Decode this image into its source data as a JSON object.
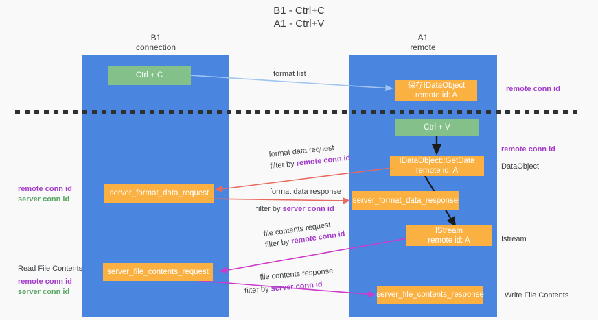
{
  "title": {
    "line1": "B1 - Ctrl+C",
    "line2": "A1 - Ctrl+V"
  },
  "lanes": [
    {
      "id": "b1",
      "name": "B1",
      "role": "connection"
    },
    {
      "id": "a1",
      "name": "A1",
      "role": "remote"
    }
  ],
  "nodes": {
    "ctrl_c": {
      "label": "Ctrl + C",
      "color": "#84c08a"
    },
    "save_idataobject": {
      "line1": "保存IDataObject",
      "line2": "remote id: A",
      "color": "#fbb042"
    },
    "ctrl_v": {
      "label": "Ctrl + V",
      "color": "#84c08a"
    },
    "getdata": {
      "line1": "IDataObject::GetData",
      "line2": "remote id: A",
      "color": "#fbb042"
    },
    "server_format_data_request": {
      "label": "server_format_data_request",
      "color": "#fbb042"
    },
    "server_format_data_response": {
      "label": "server_format_data_response",
      "color": "#fbb042"
    },
    "istream": {
      "line1": "IStream",
      "line2": "remote id: A",
      "color": "#fbb042"
    },
    "server_file_contents_request": {
      "label": "server_file_contents_request",
      "color": "#fbb042"
    },
    "server_file_contents_response": {
      "label": "server_file_contents_response",
      "color": "#fbb042"
    }
  },
  "edges": {
    "format_list": {
      "label": "format list",
      "color": "#9fc5f0"
    },
    "format_data_request": {
      "label": "format data request",
      "filter_prefix": "filter by ",
      "filter_key": "remote conn id",
      "color": "#e8695f"
    },
    "format_data_response": {
      "label": "format data response",
      "filter_prefix": "filter by ",
      "filter_key": "server conn id",
      "color": "#e8695f"
    },
    "file_contents_request": {
      "label": "file contents request",
      "filter_prefix": "filter by ",
      "filter_key": "remote conn id",
      "color": "#cc3bc9"
    },
    "file_contents_response": {
      "label": "file contents response",
      "filter_prefix": "filter by ",
      "filter_key": "server conn id",
      "color": "#cc3bc9"
    }
  },
  "annotations": {
    "right_remote_conn_id_top": "remote conn id",
    "right_remote_conn_id_mid": "remote conn id",
    "right_dataobject": "DataObject",
    "right_istream": "Istream",
    "right_write_file_contents": "Write File Contents",
    "left_remote_conn_id_1": "remote conn id",
    "left_server_conn_id_1": "server conn id",
    "left_read_file_contents": "Read File Contents",
    "left_remote_conn_id_2": "remote conn id",
    "left_server_conn_id_2": "server conn id"
  },
  "colors": {
    "lane": "#4a86e0",
    "green_node": "#84c08a",
    "orange_node": "#fbb042",
    "purple_text": "#a23bc9",
    "green_text": "#5aa563",
    "red_arrow": "#e8695f",
    "magenta_arrow": "#cc3bc9",
    "lightblue_arrow": "#9fc5f0",
    "divider": "#2f3033",
    "background": "#f9f9f9"
  },
  "divider": {
    "style": "dashed",
    "label": ""
  }
}
